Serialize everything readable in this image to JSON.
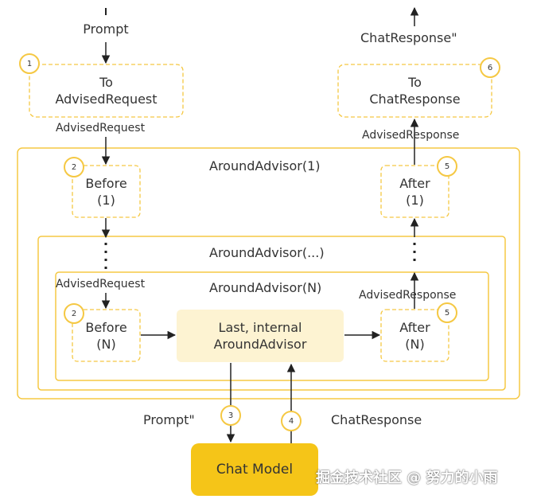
{
  "colors": {
    "accent": "#f5c843",
    "fill_light": "#fdf3d2",
    "chat_model_fill": "#f5c518",
    "text": "#333333"
  },
  "labels": {
    "prompt_top": "Prompt",
    "advised_request_1": "AdvisedRequest",
    "advised_request_2": "AdvisedRequest",
    "chat_response_top": "ChatResponse\"",
    "advised_response_1": "AdvisedResponse",
    "advised_response_2": "AdvisedResponse",
    "prompt_bottom": "Prompt\"",
    "chat_response_bottom": "ChatResponse"
  },
  "groups": {
    "around_advisor_1": "AroundAdvisor(1)",
    "around_advisor_more": "AroundAdvisor(...)",
    "around_advisor_n": "AroundAdvisor(N)"
  },
  "nodes": {
    "to_advised_request": "To\nAdvisedRequest",
    "to_chat_response": "To\nChatResponse",
    "before_1": "Before\n(1)",
    "after_1": "After\n(1)",
    "before_n": "Before\n(N)",
    "after_n": "After\n(N)",
    "last_internal": "Last, internal\nAroundAdvisor",
    "chat_model": "Chat Model"
  },
  "badges": {
    "b1": "1",
    "b2_top": "2",
    "b2_bottom": "2",
    "b3": "3",
    "b4": "4",
    "b5_top": "5",
    "b5_bottom": "5",
    "b6": "6"
  },
  "watermark": "掘金技术社区 @ 努力的小雨"
}
